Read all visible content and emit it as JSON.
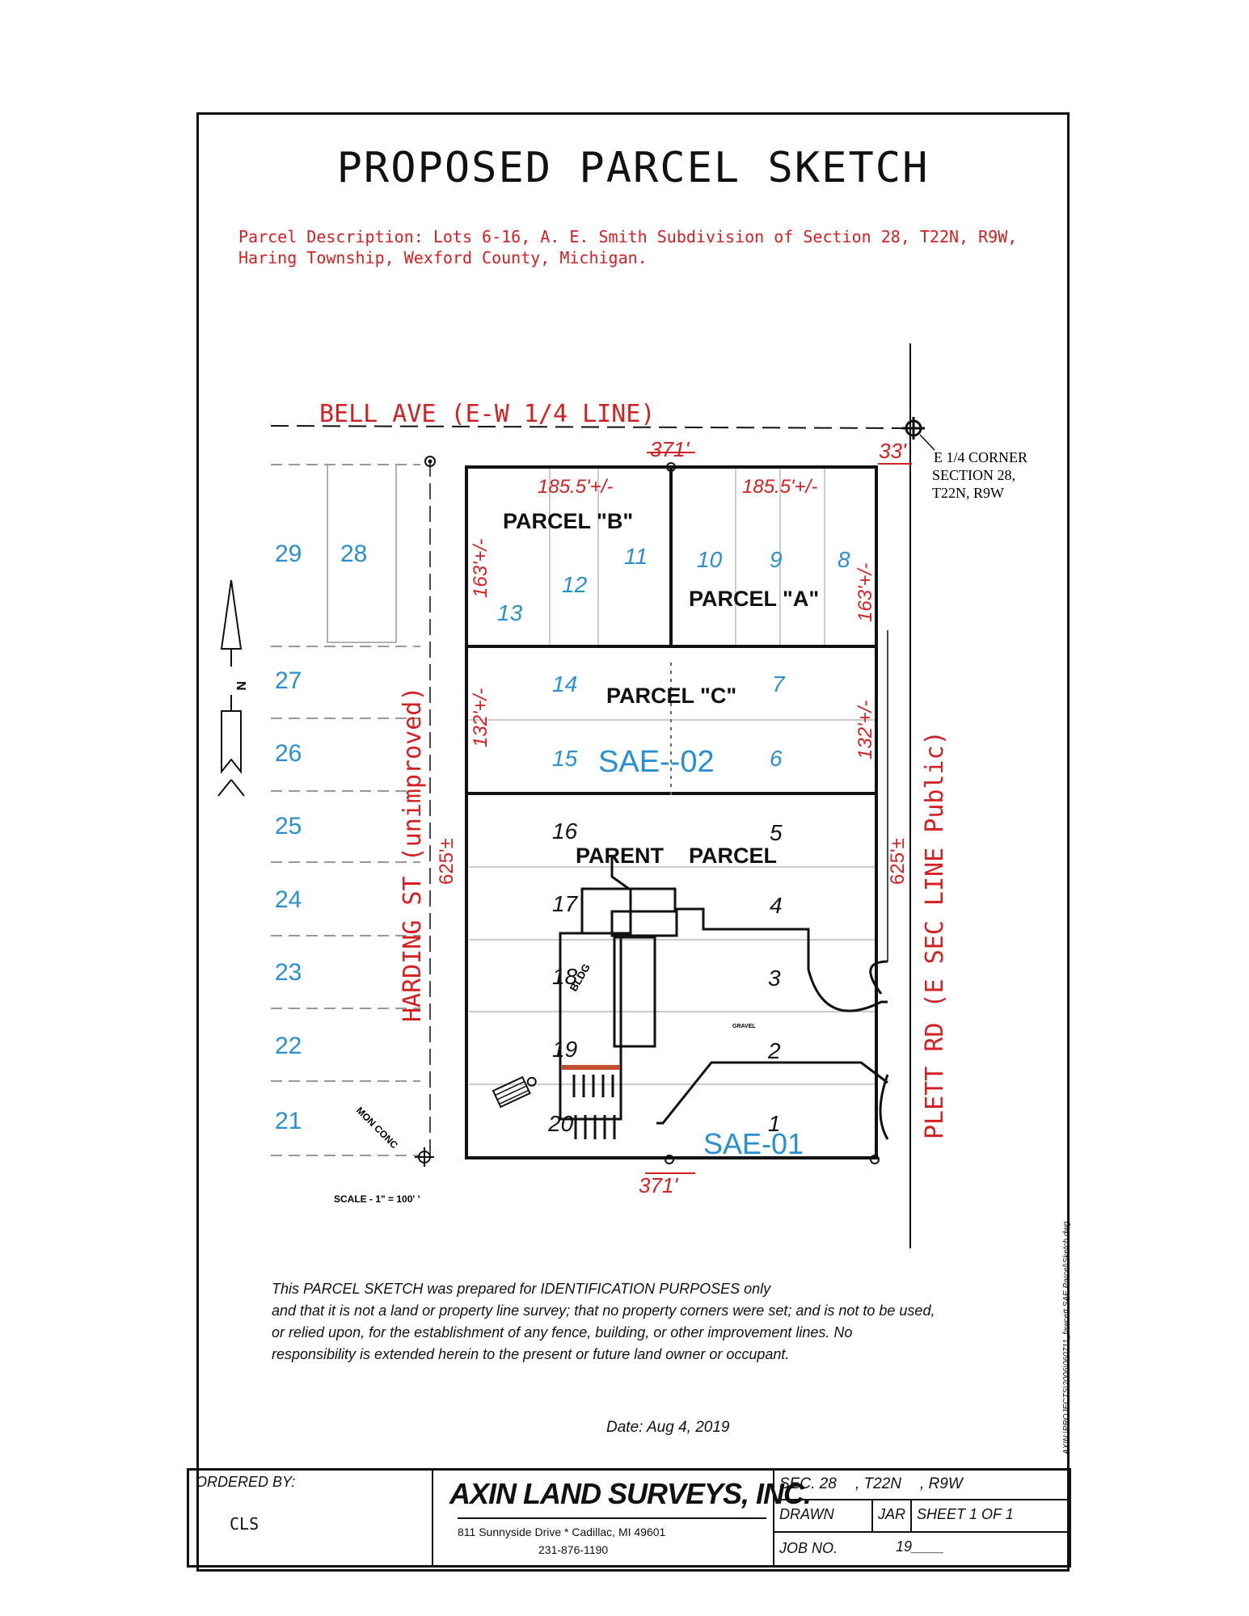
{
  "title": "PROPOSED PARCEL SKETCH",
  "description": {
    "line1": "Parcel Description: Lots 6-16, A. E. Smith Subdivision of Section 28, T22N, R9W,",
    "line2": "Haring Township, Wexford County, Michigan."
  },
  "roads": {
    "bell_ave": "BELL AVE (E-W 1/4 LINE)",
    "harding_st": "HARDING ST (unimproved)",
    "plett_rd": "PLETT RD (E SEC LINE Public)"
  },
  "corner": {
    "line1": "E 1/4 CORNER",
    "line2": "SECTION 28,",
    "line3": "T22N, R9W"
  },
  "dimensions": {
    "top": "371'",
    "bottom": "371'",
    "road_width": "33'",
    "parcel_b_width": "185.5'+/-",
    "parcel_a_width": "185.5'+/-",
    "parcel_b_depth": "163'+/-",
    "parcel_a_depth": "163'+/-",
    "parcel_c_depth_w": "132'+/-",
    "parcel_c_depth_e": "132'+/-",
    "west_length": "625'±",
    "east_length": "625'±"
  },
  "parcels": {
    "b": "PARCEL \"B\"",
    "a": "PARCEL \"A\"",
    "c": "PARCEL \"C\"",
    "parent_1": "PARENT",
    "parent_2": "PARCEL"
  },
  "easements": {
    "sae02": "SAE--02",
    "sae01": "SAE-01"
  },
  "lots": {
    "l11": "11",
    "l12": "12",
    "l13": "13",
    "l10": "10",
    "l9": "9",
    "l8": "8",
    "l14": "14",
    "l7": "7",
    "l15": "15",
    "l6": "6",
    "l16": "16",
    "l5": "5",
    "l17": "17",
    "l4": "4",
    "l18": "18",
    "l3": "3",
    "l19": "19",
    "l2": "2",
    "l20": "20",
    "l1": "1"
  },
  "west_lots": {
    "l29": "29",
    "l28": "28",
    "l27": "27",
    "l26": "26",
    "l25": "25",
    "l24": "24",
    "l23": "23",
    "l22": "22",
    "l21": "21"
  },
  "features": {
    "bldg": "BLDG",
    "gravel": "GRAVEL",
    "mon": "MON CONC",
    "north": "N"
  },
  "scale": "SCALE - 1\" = 100' '",
  "notice": {
    "line1": "This PARCEL SKETCH was prepared for IDENTIFICATION PURPOSES only",
    "line2": "and that it is not a land or property line survey; that no property corners were set; and is not to be used,",
    "line3": "or relied upon, for the establishment of any fence, building, or other improvement lines.   No",
    "line4": "responsibility is extended herein to the present or future land owner or occupant."
  },
  "date": "Date: Aug 4, 2019",
  "file_path": "AXIN:\\PROJECTS\\2006\\060711_fawcett SAE Parcel\\Sketch.dwg",
  "title_block": {
    "ordered_by_label": "ORDERED BY:",
    "ordered_by": "CLS",
    "company": "AXIN LAND SURVEYS, INC.",
    "address": "811 Sunnyside Drive *   Cadillac, MI 49601",
    "phone": "231-876-1190",
    "sec": "SEC.  28",
    "town": ", T22N",
    "range": ", R9W",
    "drawn_label": "DRAWN",
    "drawn_by": "JAR",
    "sheet": "SHEET 1 OF 1",
    "job_label": "JOB NO.",
    "job_no": "19____"
  },
  "colors": {
    "red": "#d42020",
    "blue": "#2a8fd0",
    "ink": "#111111"
  }
}
